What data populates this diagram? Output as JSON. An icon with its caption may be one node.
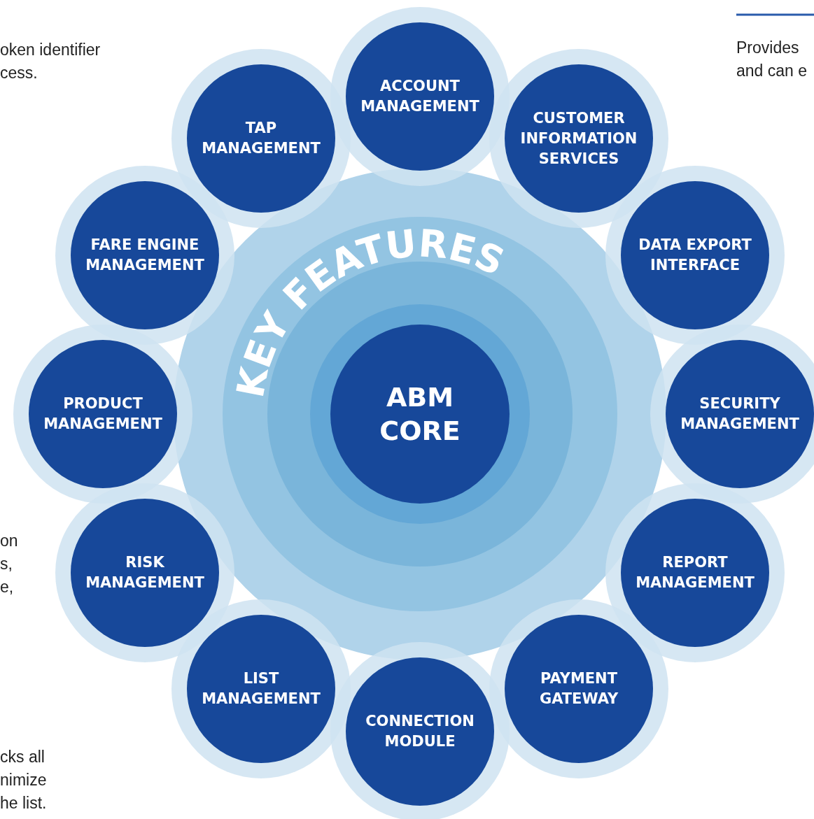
{
  "diagram": {
    "nodes": [
      {
        "text": [
          "ACCOUNT MANAGEMENT"
        ]
      },
      {
        "text": [
          "TAP MANAGEMENT"
        ]
      },
      {
        "text": [
          "CUSTOMER INFORMATION SERVICES"
        ]
      },
      {
        "text": [
          "FARE ENGINE MANAGEMENT"
        ]
      },
      {
        "text": [
          "DATA EXPORT INTERFACE"
        ]
      },
      {
        "text": [
          "PRODUCT MANAGEMENT"
        ]
      },
      {
        "text": [
          "ABM CORE"
        ]
      },
      {
        "text": [
          "SECURITY MANAGEMENT"
        ]
      },
      {
        "text": [
          "RISK MANAGEMENT"
        ]
      },
      {
        "text": [
          "REPORT MANAGEMENT"
        ]
      },
      {
        "text": [
          "LIST MANAGEMENT"
        ]
      },
      {
        "text": [
          "PAYMENT GATEWAY"
        ]
      },
      {
        "text": [
          "CONNECTION MODULE"
        ]
      }
    ],
    "edges": [],
    "labels": [
      "oken identifier cess.",
      "Provides and can e",
      "KEY FEATURES",
      "on s, e,",
      "cks all nimize he list."
    ]
  }
}
